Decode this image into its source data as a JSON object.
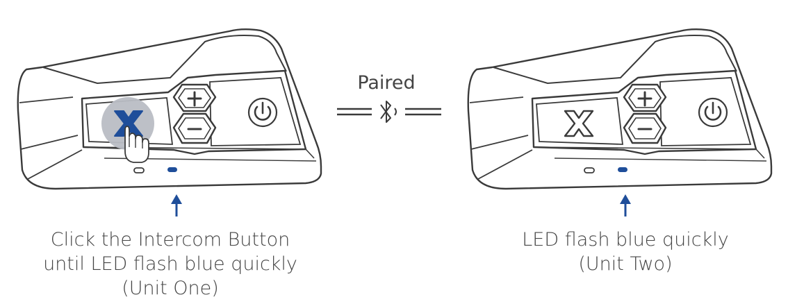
{
  "pairing": {
    "status_label": "Paired",
    "status_icon": "bluetooth-icon"
  },
  "units": [
    {
      "caption_lines": [
        "Click the Intercom Button",
        "until LED flash blue quickly",
        "(Unit One)"
      ],
      "intercom_button_state": "pressed",
      "led_color": "blue"
    },
    {
      "caption_lines": [
        "LED flash blue quickly",
        "(Unit Two)"
      ],
      "intercom_button_state": "idle",
      "led_color": "blue"
    }
  ],
  "colors": {
    "outline": "#3a3a3a",
    "accent_blue": "#1f4e9a",
    "press_highlight": "#b9bdc4",
    "text": "#444444"
  }
}
